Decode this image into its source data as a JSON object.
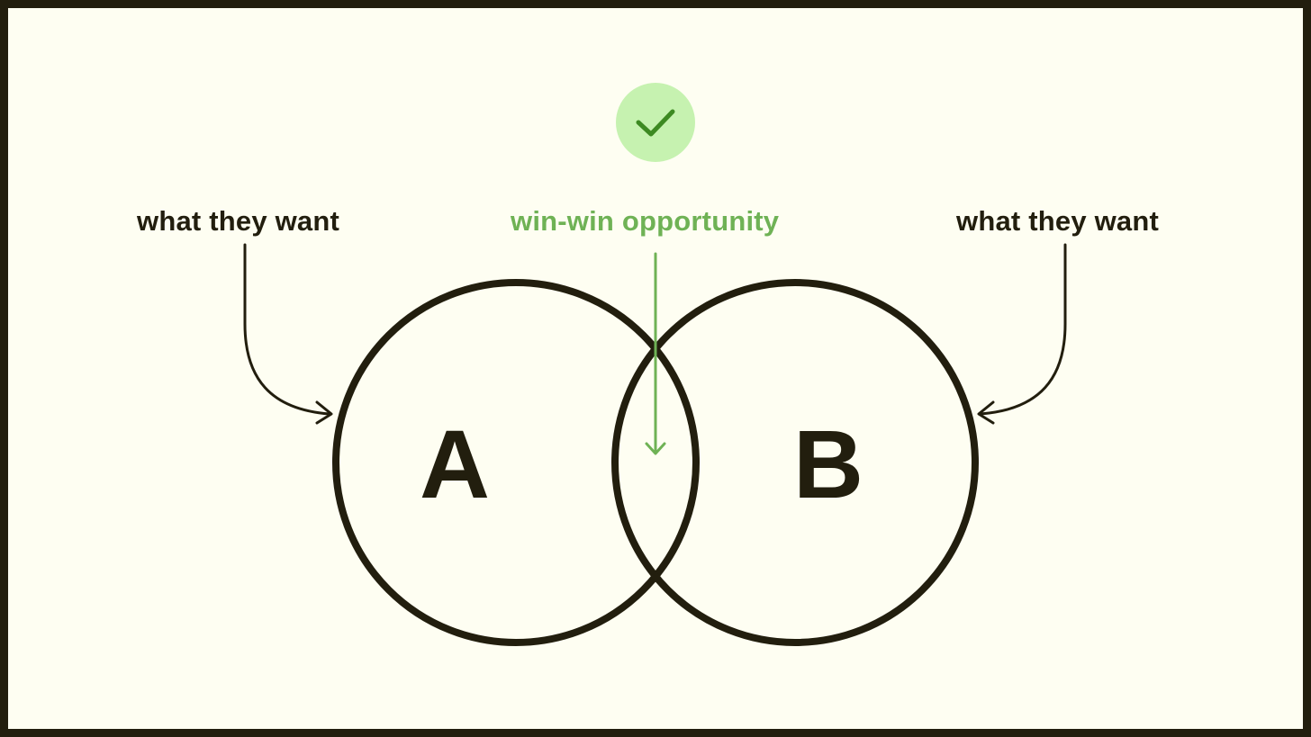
{
  "labels": {
    "left": "what they want",
    "center": "win-win opportunity",
    "right": "what they want"
  },
  "circles": {
    "a": "A",
    "b": "B"
  },
  "icons": {
    "badge": "checkmark-icon"
  },
  "colors": {
    "ink": "#221e0e",
    "background": "#fefef2",
    "accent_green": "#6fb255",
    "badge_fill": "#c6f2b0",
    "check_stroke": "#3d8a22",
    "hatch": "#8a8a72"
  }
}
